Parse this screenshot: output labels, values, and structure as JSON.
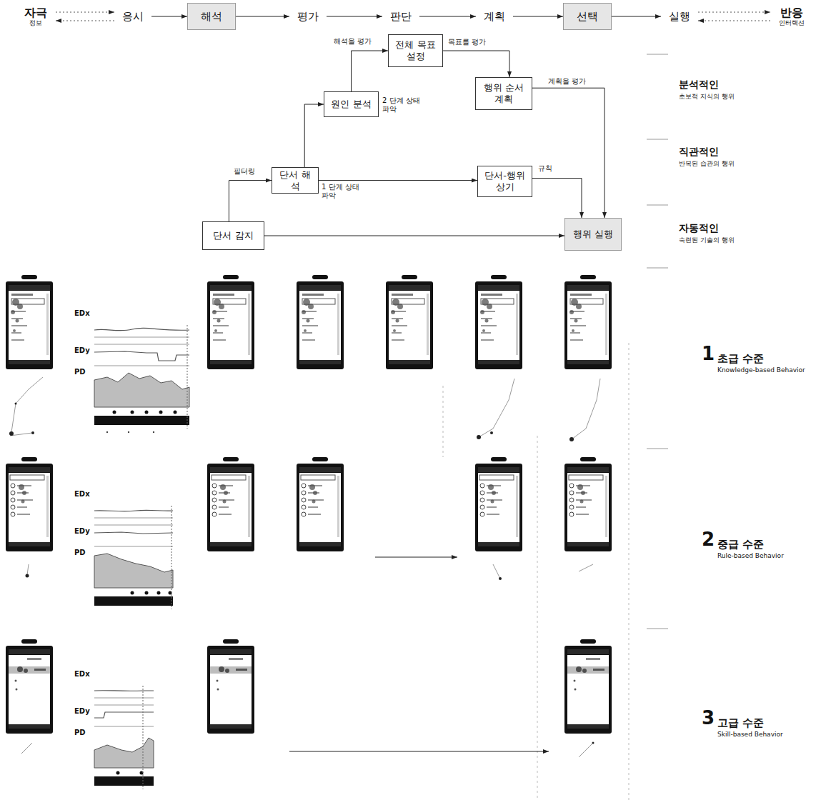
{
  "diagram": {
    "nodes": [
      {
        "text": [
          "자극",
          "정보"
        ]
      },
      {
        "text": [
          "응시"
        ]
      },
      {
        "text": [
          "해석"
        ]
      },
      {
        "text": [
          "평가"
        ]
      },
      {
        "text": [
          "판단"
        ]
      },
      {
        "text": [
          "계획"
        ]
      },
      {
        "text": [
          "선택"
        ]
      },
      {
        "text": [
          "실행"
        ]
      },
      {
        "text": [
          "반응",
          "인터랙션"
        ]
      },
      {
        "text": [
          "전체 목표 설정"
        ]
      },
      {
        "text": [
          "원인 분석"
        ]
      },
      {
        "text": [
          "행위 순서 계획"
        ]
      },
      {
        "text": [
          "단서 해석"
        ]
      },
      {
        "text": [
          "단서-행위 상기"
        ]
      },
      {
        "text": [
          "단서 감지"
        ]
      },
      {
        "text": [
          "행위 실행"
        ]
      }
    ],
    "edges": [
      {
        "from": 0,
        "to": 1,
        "arrow": "to"
      },
      {
        "from": 1,
        "to": 0,
        "arrow": "to"
      },
      {
        "from": 1,
        "to": 2,
        "arrow": "to"
      },
      {
        "from": 2,
        "to": 3,
        "arrow": "to"
      },
      {
        "from": 3,
        "to": 4,
        "arrow": "to"
      },
      {
        "from": 4,
        "to": 5,
        "arrow": "to"
      },
      {
        "from": 5,
        "to": 6,
        "arrow": "to"
      },
      {
        "from": 6,
        "to": 7,
        "arrow": "to"
      },
      {
        "from": 7,
        "to": 8,
        "arrow": "to"
      },
      {
        "from": 8,
        "to": 7,
        "arrow": "to"
      },
      {
        "from": 14,
        "to": 12,
        "label": "필터링",
        "arrow": "to"
      },
      {
        "from": 12,
        "to": 10,
        "arrow": "to"
      },
      {
        "from": 10,
        "to": 9,
        "label": "해석을 평가",
        "arrow": "to"
      },
      {
        "from": 9,
        "to": 11,
        "label": "목표를 평가",
        "arrow": "to"
      },
      {
        "from": 11,
        "to": 15,
        "label": "계획을 평가",
        "arrow": "to"
      },
      {
        "from": 12,
        "to": 13,
        "label": "1 단계 상태 파악",
        "arrow": "to"
      },
      {
        "from": 13,
        "to": 15,
        "label": "규칙",
        "arrow": "to"
      },
      {
        "from": 14,
        "to": 15,
        "arrow": "to"
      }
    ],
    "labels": [
      "2 단계 상태 파악",
      "분석적인",
      "초보적 지식의 행위",
      "직관적인",
      "반복된 습관의 행위",
      "자동적인",
      "숙련된 기술의 행위",
      "EDx",
      "EDy",
      "PD",
      "EDx",
      "EDy",
      "PD",
      "EDx",
      "EDy",
      "PD",
      "1",
      "초급 수준",
      "Knowledge-based Behavior",
      "2",
      "중급 수준",
      "Rule-based Behavior",
      "3",
      "고급 수준",
      "Skill-based Behavior"
    ]
  }
}
